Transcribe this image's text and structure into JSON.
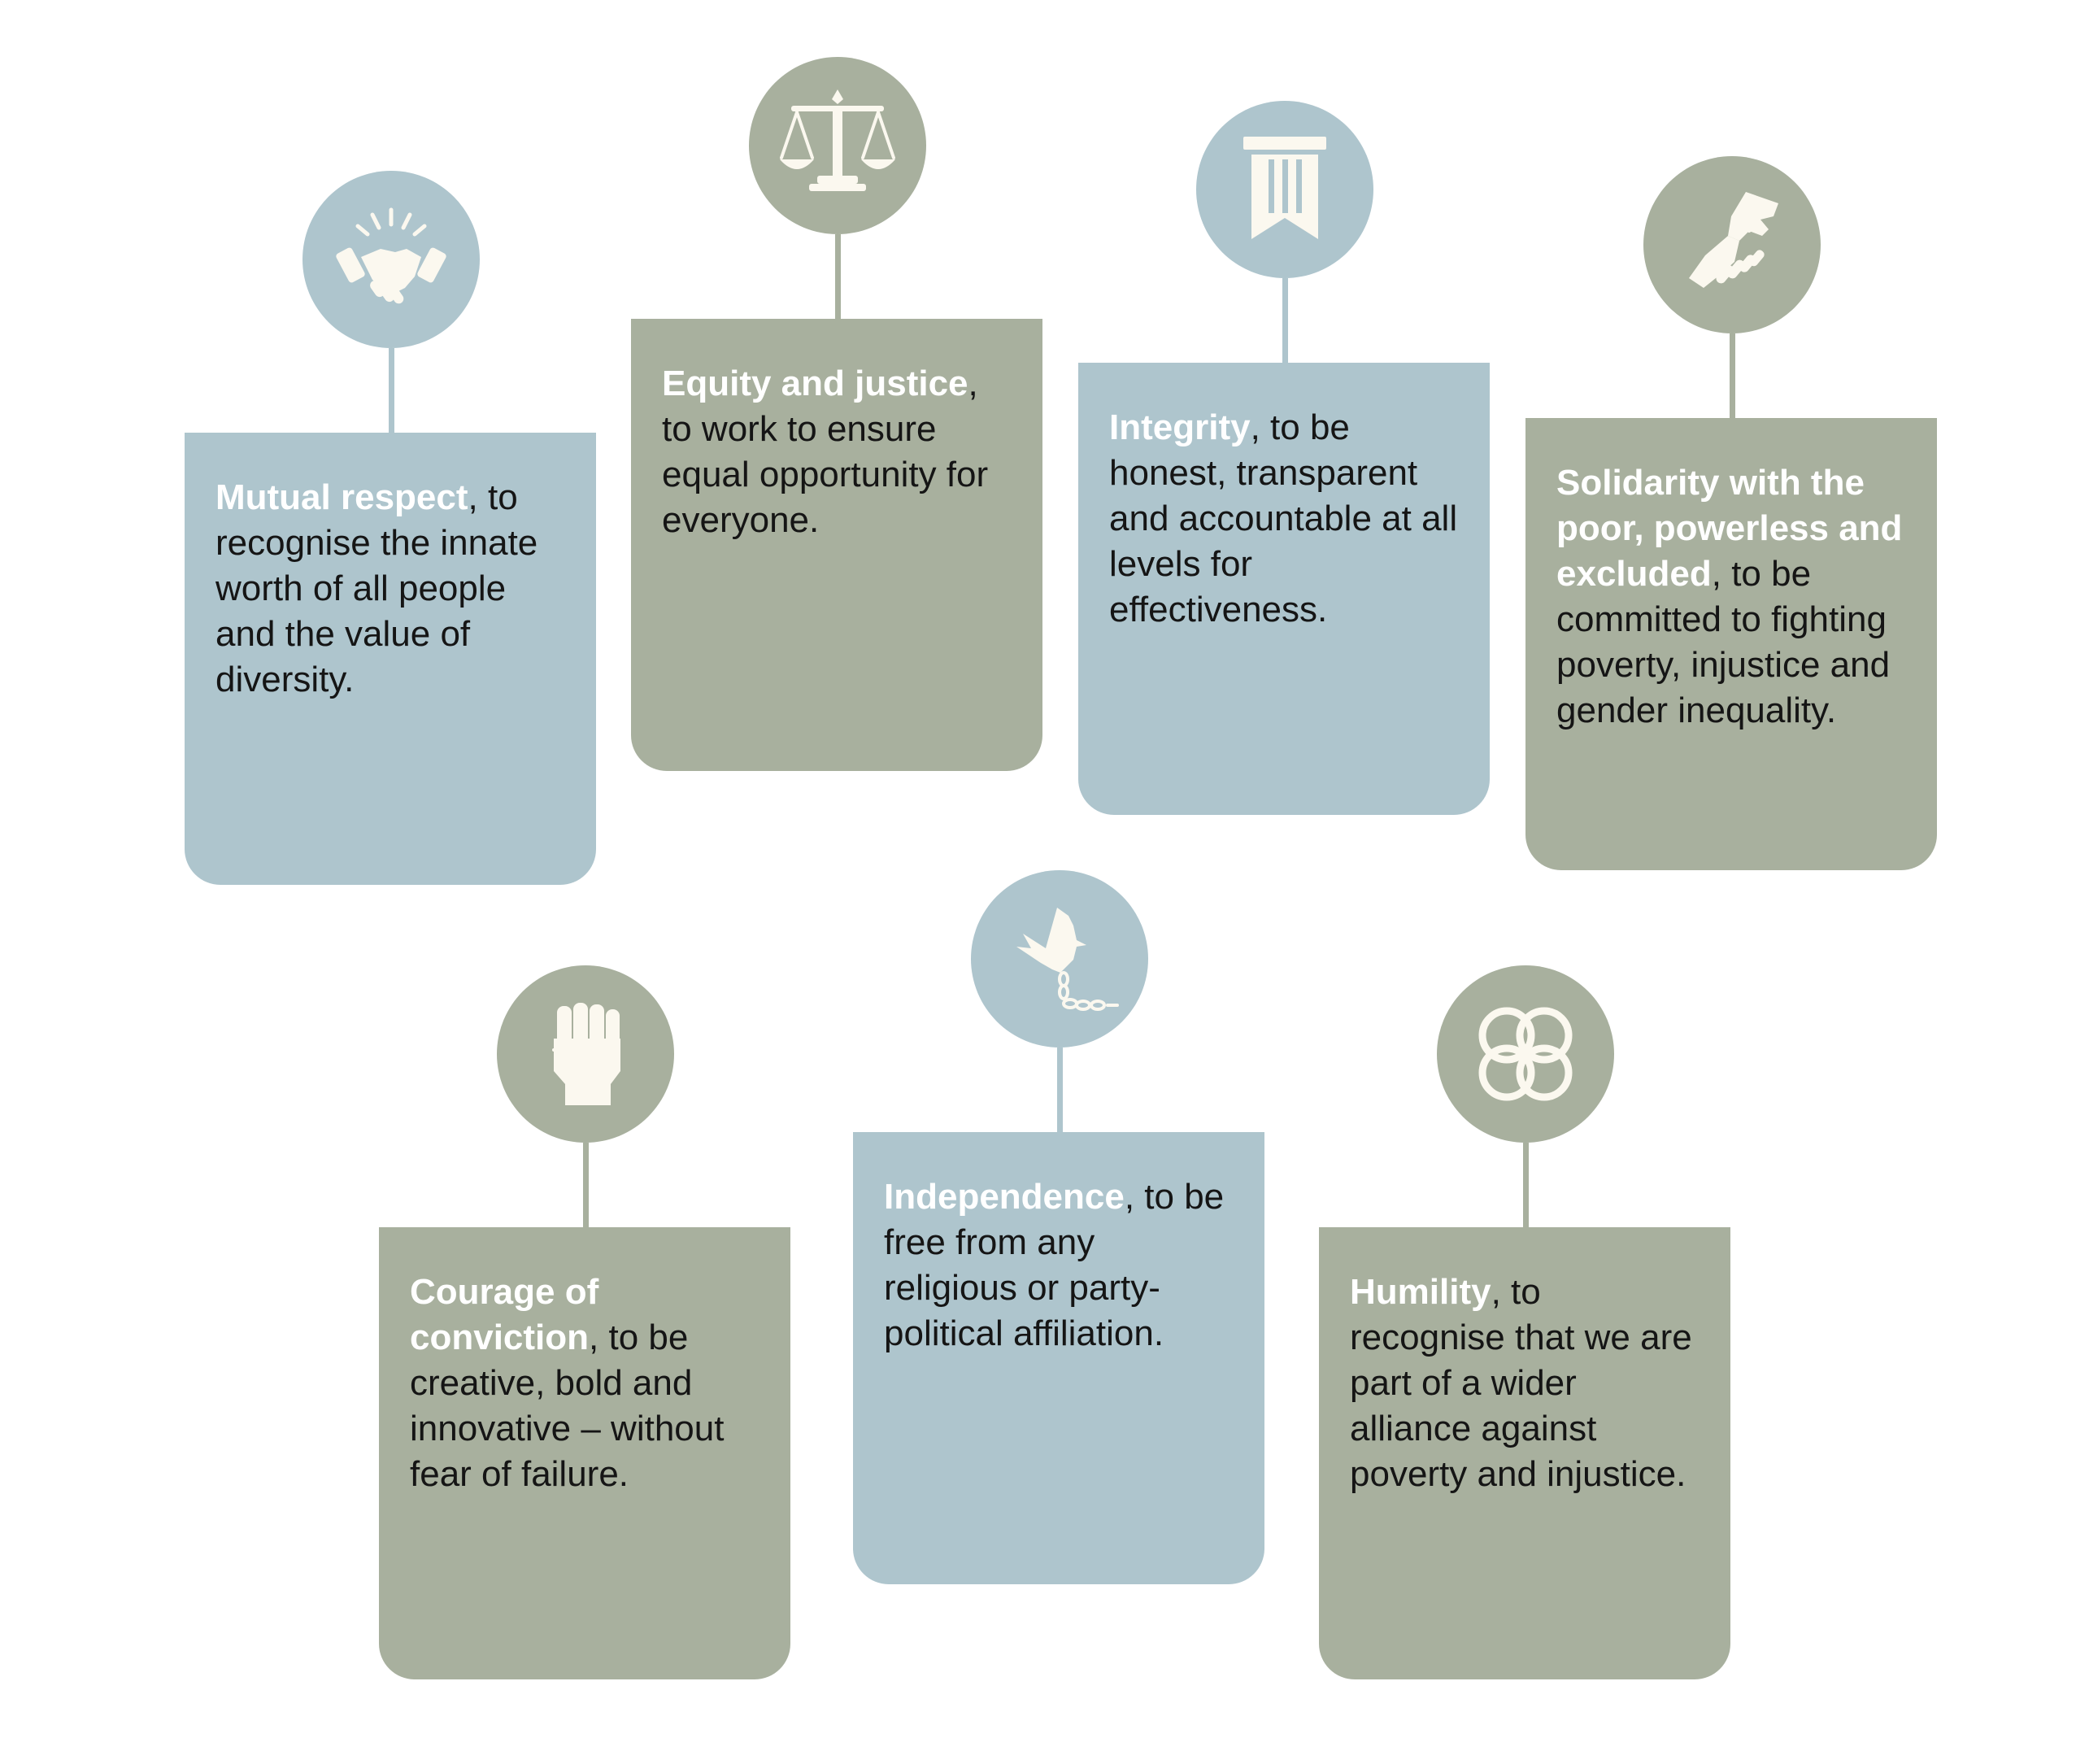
{
  "colors": {
    "blue": "#aec5cd",
    "green": "#a8b09e",
    "icon": "#fbf8ef",
    "body_text": "#151515",
    "highlight_text": "#ffffff"
  },
  "values": [
    {
      "id": "mutual-respect",
      "icon": "handshake-icon",
      "color": "blue",
      "highlight": "Mutual respect",
      "text": ", to recognise the innate worth of all people and the value of diversity."
    },
    {
      "id": "equity-justice",
      "icon": "scales-of-justice-icon",
      "color": "green",
      "highlight": "Equity and justice",
      "text": ", to work to ensure equal opportunity for everyone."
    },
    {
      "id": "integrity",
      "icon": "pillar-bookmark-icon",
      "color": "blue",
      "highlight": "Integrity",
      "text": ", to be honest, transparent and accountable at all levels for effectiveness."
    },
    {
      "id": "solidarity",
      "icon": "helping-hands-icon",
      "color": "green",
      "highlight": "Solidarity with the poor, powerless and excluded",
      "text": ", to be committed to fighting poverty, injustice and gender inequality."
    },
    {
      "id": "courage",
      "icon": "raised-fist-icon",
      "color": "green",
      "highlight": "Courage of conviction",
      "text": ", to be creative, bold and innovative – without fear of failure."
    },
    {
      "id": "independence",
      "icon": "dove-broken-chain-icon",
      "color": "blue",
      "highlight": "Independence",
      "text": ", to be free from any religious or party-political affiliation."
    },
    {
      "id": "humility",
      "icon": "interlocking-rings-icon",
      "color": "green",
      "highlight": "Humility",
      "text": ", to recognise that we are part of a wider alliance against poverty and injustice."
    }
  ]
}
